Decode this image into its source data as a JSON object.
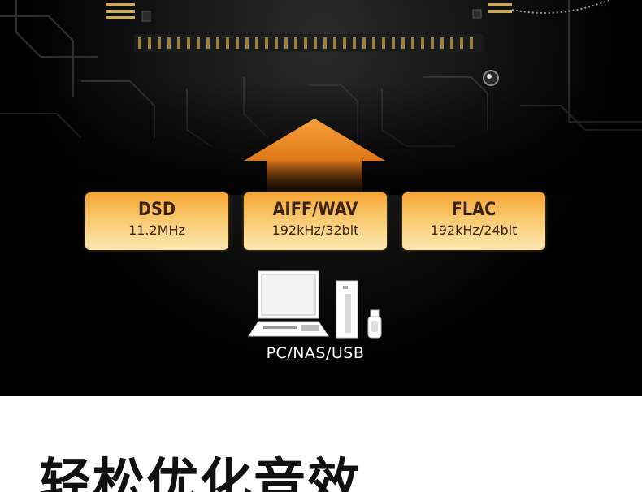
{
  "formats": [
    {
      "name": "DSD",
      "spec": "11.2MHz"
    },
    {
      "name": "AIFF/WAV",
      "spec": "192kHz/32bit"
    },
    {
      "name": "FLAC",
      "spec": "192kHz/24bit"
    }
  ],
  "devices_label": "PC/NAS/USB",
  "heading": "轻松优化音效",
  "colors": {
    "background_dark": "#000000",
    "badge_top": "#f6a330",
    "badge_bottom": "#fde7b0",
    "arrow": "#f39a2a",
    "heading_text": "#111111"
  },
  "icons": [
    "up-arrow-icon",
    "laptop-icon",
    "nas-tower-icon",
    "usb-drive-icon"
  ]
}
